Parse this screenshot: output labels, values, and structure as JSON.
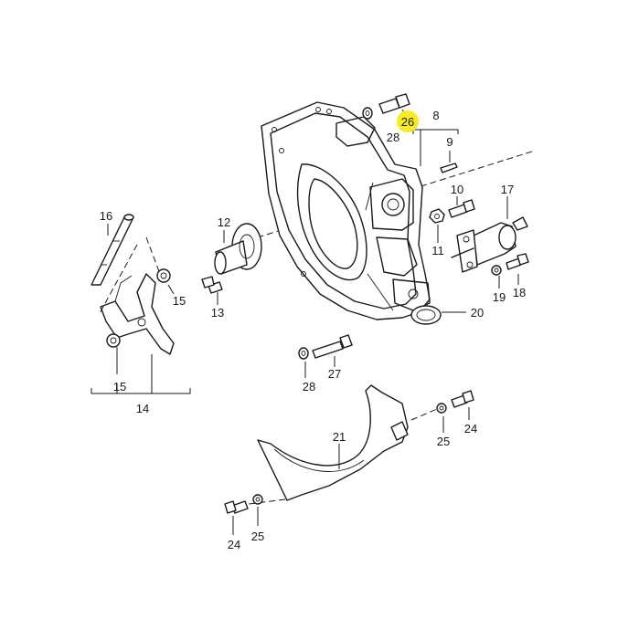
{
  "highlight_color": "#f7ec1e",
  "callouts": {
    "c8": "8",
    "c9": "9",
    "c10": "10",
    "c11": "11",
    "c12": "12",
    "c13": "13",
    "c14": "14",
    "c15a": "15",
    "c15b": "15",
    "c16": "16",
    "c17": "17",
    "c18": "18",
    "c19": "19",
    "c20": "20",
    "c21": "21",
    "c24a": "24",
    "c24b": "24",
    "c25a": "25",
    "c25b": "25",
    "c26": "26",
    "c27": "27",
    "c28a": "28",
    "c28b": "28"
  }
}
